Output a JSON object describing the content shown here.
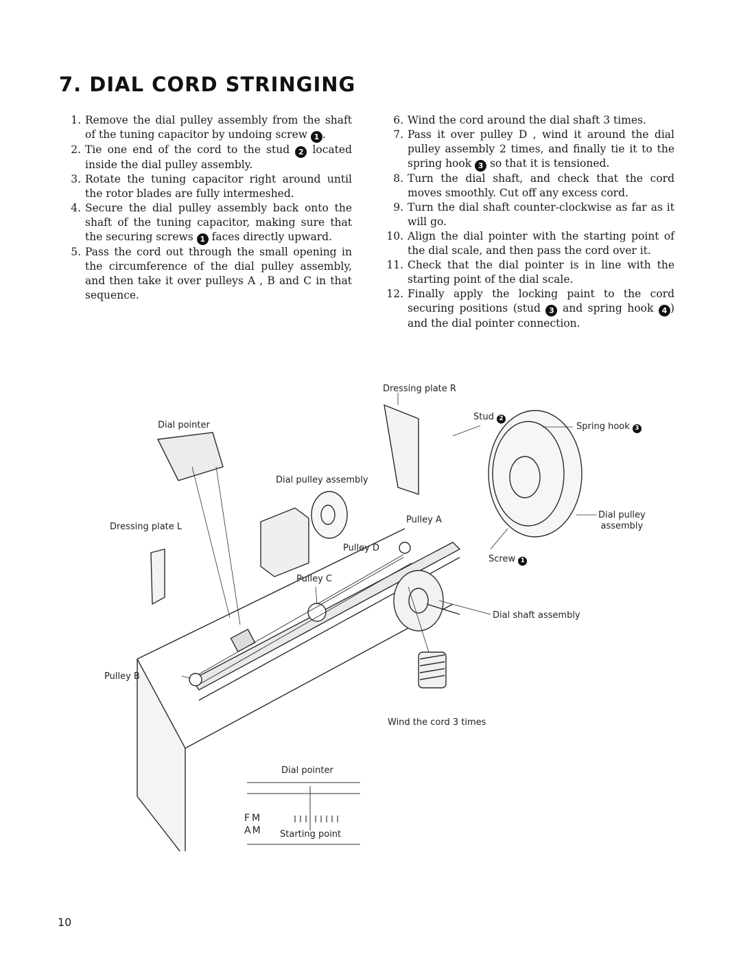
{
  "title": "7. DIAL CORD STRINGING",
  "steps_left": [
    {
      "num": "1.",
      "pre": "Remove the dial pulley assembly from the shaft of the tuning capacitor by undoing screw ",
      "badge": "1",
      "post": "."
    },
    {
      "num": "2.",
      "pre": "Tie one end of the cord to the stud ",
      "badge": "2",
      "post": " located inside the dial pulley assembly."
    },
    {
      "num": "3.",
      "pre": "Rotate the tuning capacitor right around until the rotor blades are fully intermeshed.",
      "badge": "",
      "post": ""
    },
    {
      "num": "4.",
      "pre": "Secure the dial pulley assembly back onto the shaft of the tuning capacitor, making sure that the securing screws ",
      "badge": "1",
      "post": " faces directly upward."
    },
    {
      "num": "5.",
      "pre": "Pass the cord out through the small opening in the circumference of the dial pulley assembly, and then take it over pulleys A , B and C in that sequence.",
      "badge": "",
      "post": ""
    }
  ],
  "steps_right": [
    {
      "num": "6.",
      "pre": "Wind the cord around the dial shaft 3 times.",
      "badge": "",
      "post": ""
    },
    {
      "num": "7.",
      "pre": "Pass it over pulley D , wind it around the dial pulley assembly 2 times, and finally tie it to the spring hook ",
      "badge": "3",
      "post": " so that it is tensioned."
    },
    {
      "num": "8.",
      "pre": "Turn the dial shaft, and check that the cord moves smoothly. Cut off any excess cord.",
      "badge": "",
      "post": ""
    },
    {
      "num": "9.",
      "pre": "Turn the dial shaft counter-clockwise as far as it will go.",
      "badge": "",
      "post": ""
    },
    {
      "num": "10.",
      "pre": "Align the dial pointer with the starting point of the dial scale, and then pass the cord over it.",
      "badge": "",
      "post": ""
    },
    {
      "num": "11.",
      "pre": "Check that the dial pointer is in line with the starting point of the dial scale.",
      "badge": "",
      "post": ""
    },
    {
      "num": "12.",
      "pre": "Finally apply the locking paint to the cord securing positions (stud ",
      "badge": "3",
      "post": " and spring hook ",
      "badge2": "4",
      "post2": ") and the dial pointer connection."
    }
  ],
  "figure": {
    "dressing_plate_r": "Dressing plate R",
    "stud": "Stud",
    "stud_badge": "2",
    "spring_hook": "Spring hook",
    "spring_hook_badge": "3",
    "dial_pointer_top": "Dial pointer",
    "dial_pulley_assembly": "Dial pulley assembly",
    "pulley_a": "Pulley A",
    "dial_pulley_right_1": "Dial pulley",
    "dial_pulley_right_2": "assembly",
    "dressing_plate_l": "Dressing plate L",
    "pulley_d": "Pulley D",
    "screw": "Screw",
    "screw_badge": "1",
    "pulley_c": "Pulley C",
    "dial_shaft_assembly": "Dial shaft assembly",
    "pulley_b": "Pulley B",
    "wind_cord": "Wind the cord 3 times",
    "dial_pointer_bottom": "Dial pointer",
    "fm": "FM",
    "am": "AM",
    "starting_point": "Starting point"
  },
  "page_number": "10"
}
